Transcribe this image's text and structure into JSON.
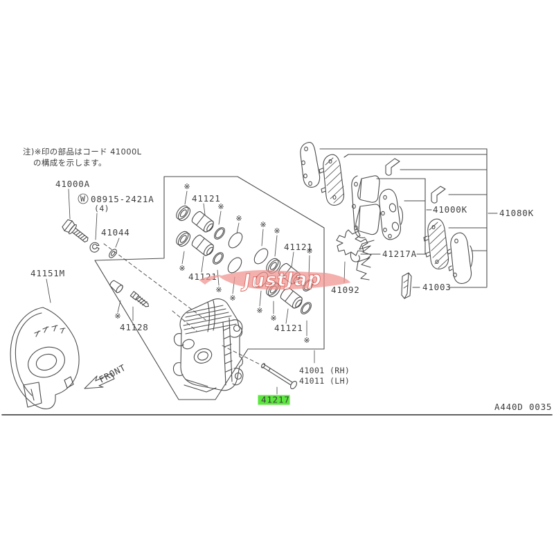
{
  "page": {
    "bg": "#ffffff",
    "line_color": "#4a4a4a",
    "text_color": "#3d3d3d",
    "diagram_code": "A440D 0035"
  },
  "note": {
    "line1": "注)※印の部品はコード 41000L",
    "line2": "の構成を示します。"
  },
  "front_label": "FRONT",
  "ref_mark": "※",
  "highlight": {
    "color": "#5ce63f",
    "text_color": "#4a4a4a"
  },
  "watermark": {
    "text": "JustJap",
    "stroke_color": "#d93a30",
    "band_color": "#ef928e"
  },
  "labels": {
    "bolt": "41000A",
    "washer_prefix": "W",
    "washer_number": "08915-2421A",
    "washer_qty": "(4)",
    "washer_small": "41044",
    "splash_shield": "41151M",
    "bleeder": "41128",
    "seal_kit_item": "41121",
    "pad_spring": "41092",
    "pad_retainer": "41217A",
    "wear_indicator": "41003",
    "pad_kit": "41000K",
    "pad_kit_full": "41080K",
    "caliper_rh": "41001 (RH)",
    "caliper_lh": "41011 (LH)",
    "pin_bolt": "41217"
  }
}
